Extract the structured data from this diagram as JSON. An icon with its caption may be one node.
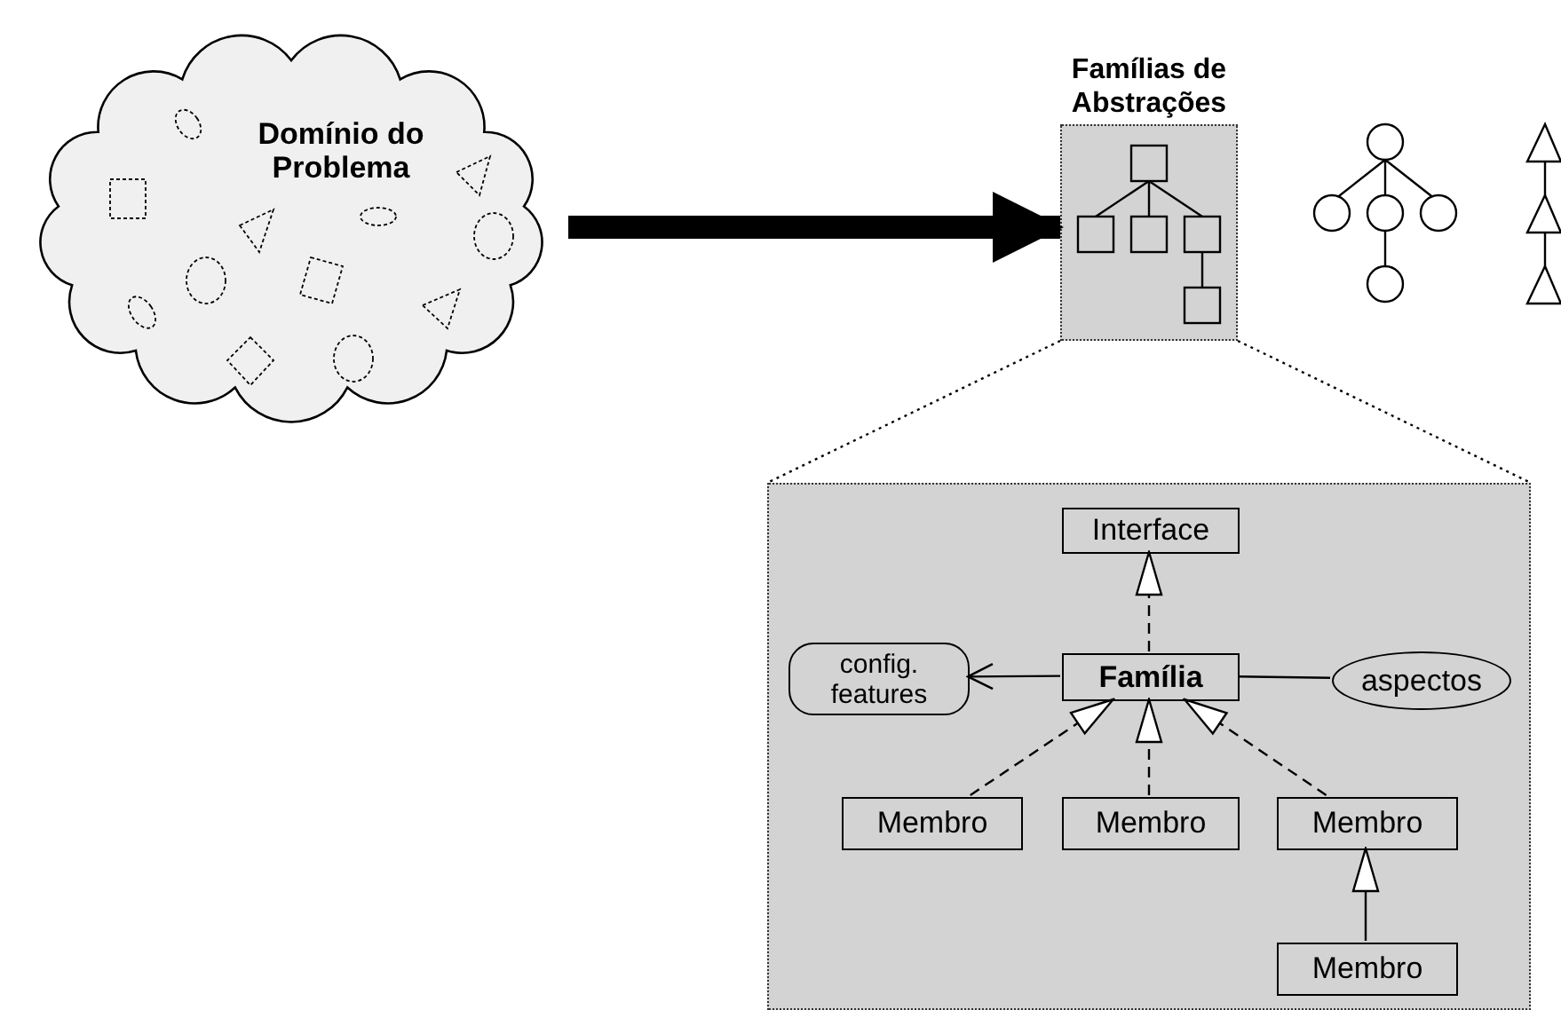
{
  "diagram": {
    "nodes": [
      {
        "text": [
          "Domínio do Problema"
        ]
      },
      {
        "text": [],
        "shape": "box"
      },
      {
        "text": [],
        "shape": "box"
      },
      {
        "text": [
          "Interface"
        ],
        "in": 2
      },
      {
        "text": [
          "Família"
        ],
        "in": 2
      },
      {
        "text": [
          "config. features"
        ],
        "in": 2
      },
      {
        "text": [
          "aspectos"
        ],
        "in": 2
      },
      {
        "text": [
          "Membro"
        ],
        "in": 2
      },
      {
        "text": [
          "Membro"
        ],
        "in": 2
      },
      {
        "text": [
          "Membro"
        ],
        "in": 2
      },
      {
        "text": [
          "Membro"
        ],
        "in": 2
      }
    ],
    "edges": [
      {
        "from": 0,
        "to": 1,
        "arrow": "to",
        "style": "thick"
      },
      {
        "from": 4,
        "to": 3,
        "arrow": "to",
        "style": "dashed"
      },
      {
        "from": 4,
        "to": 5,
        "arrow": "to"
      },
      {
        "from": 4,
        "to": 6,
        "arrow": "none"
      },
      {
        "from": 7,
        "to": 4,
        "arrow": "to",
        "style": "dashed"
      },
      {
        "from": 8,
        "to": 4,
        "arrow": "to",
        "style": "dashed"
      },
      {
        "from": 9,
        "to": 4,
        "arrow": "to",
        "style": "dashed"
      },
      {
        "from": 10,
        "to": 9,
        "arrow": "to"
      },
      {
        "from": 1,
        "to": 2,
        "arrow": "none",
        "style": "dashed"
      },
      {
        "from": 1,
        "to": 2,
        "arrow": "none",
        "style": "dashed"
      }
    ],
    "labels": [
      "Famílias de Abstrações"
    ]
  }
}
